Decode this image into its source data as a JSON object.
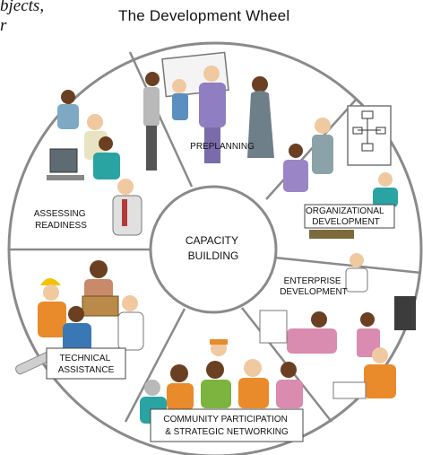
{
  "corner_text": {
    "line1": "bjects,",
    "line2": "r"
  },
  "title": "The Development Wheel",
  "center": {
    "line1": "CAPACITY",
    "line2": "BUILDING"
  },
  "segments": [
    {
      "id": "preplanning",
      "lines": [
        "PREPLANNING"
      ]
    },
    {
      "id": "organizational",
      "lines": [
        "ORGANIZATIONAL",
        "DEVELOPMENT"
      ]
    },
    {
      "id": "enterprise",
      "lines": [
        "ENTERPRISE",
        "DEVELOPMENT"
      ]
    },
    {
      "id": "community",
      "lines": [
        "COMMUNITY PARTICIPATION",
        "& STRATEGIC NETWORKING"
      ]
    },
    {
      "id": "technical",
      "lines": [
        "TECHNICAL",
        "ASSISTANCE"
      ]
    },
    {
      "id": "assessing",
      "lines": [
        "ASSESSING",
        "READINESS"
      ]
    }
  ],
  "colors": {
    "rim": "#8a8a8a",
    "spoke": "#8a8a8a",
    "hub_fill": "#ffffff",
    "wheel_fill": "#ffffff",
    "skin_dark": "#6b3f22",
    "skin_light": "#f0c9a0",
    "purple": "#8f7fc2",
    "teal": "#2aa3a3",
    "orange": "#e98a2b",
    "green": "#7db33f",
    "hardhat": "#f2c200",
    "gray": "#b9b9b9"
  }
}
